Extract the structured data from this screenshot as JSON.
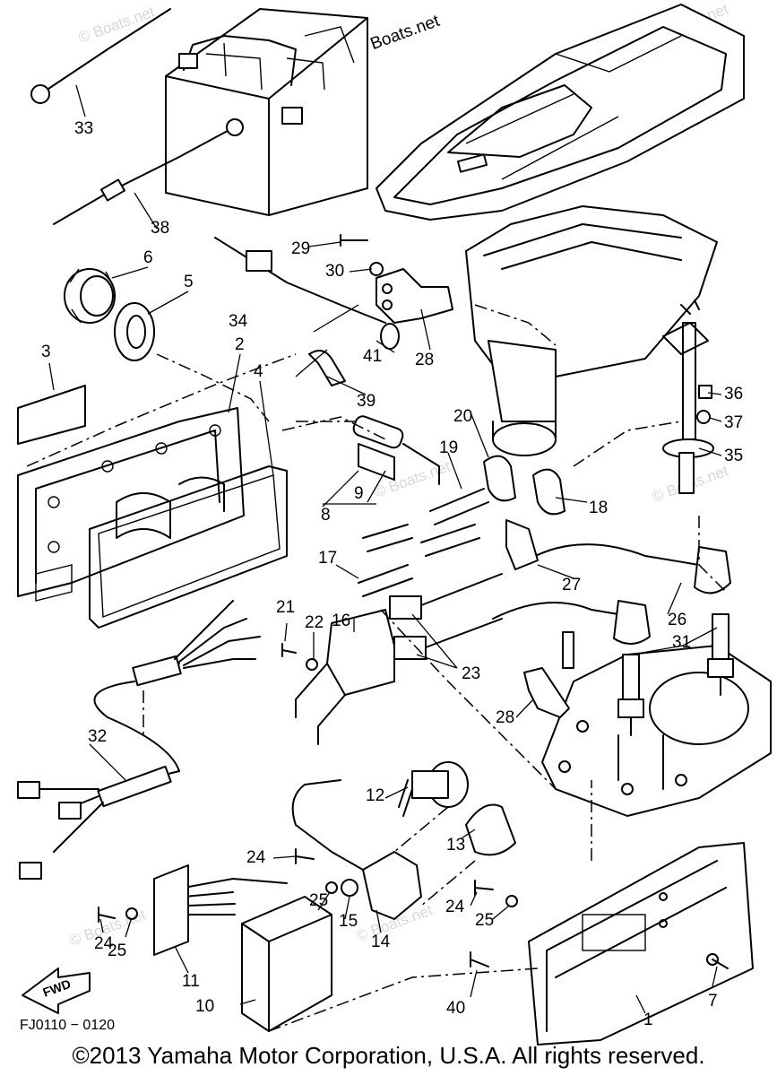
{
  "source_credit": "© Boats.net",
  "watermark_text": "© Boats.net",
  "diagram_code": "FJ0110 − 0120",
  "direction_label": "FWD",
  "copyright": "©2013 Yamaha Motor Corporation, U.S.A. All rights reserved.",
  "callouts": [
    "1",
    "2",
    "3",
    "4",
    "5",
    "6",
    "7",
    "8",
    "9",
    "10",
    "11",
    "12",
    "13",
    "14",
    "15",
    "16",
    "17",
    "18",
    "19",
    "20",
    "21",
    "22",
    "23",
    "24",
    "24",
    "24",
    "25",
    "25",
    "25",
    "26",
    "27",
    "28",
    "28",
    "29",
    "30",
    "31",
    "32",
    "33",
    "34",
    "35",
    "36",
    "37",
    "38",
    "39",
    "40",
    "41"
  ]
}
